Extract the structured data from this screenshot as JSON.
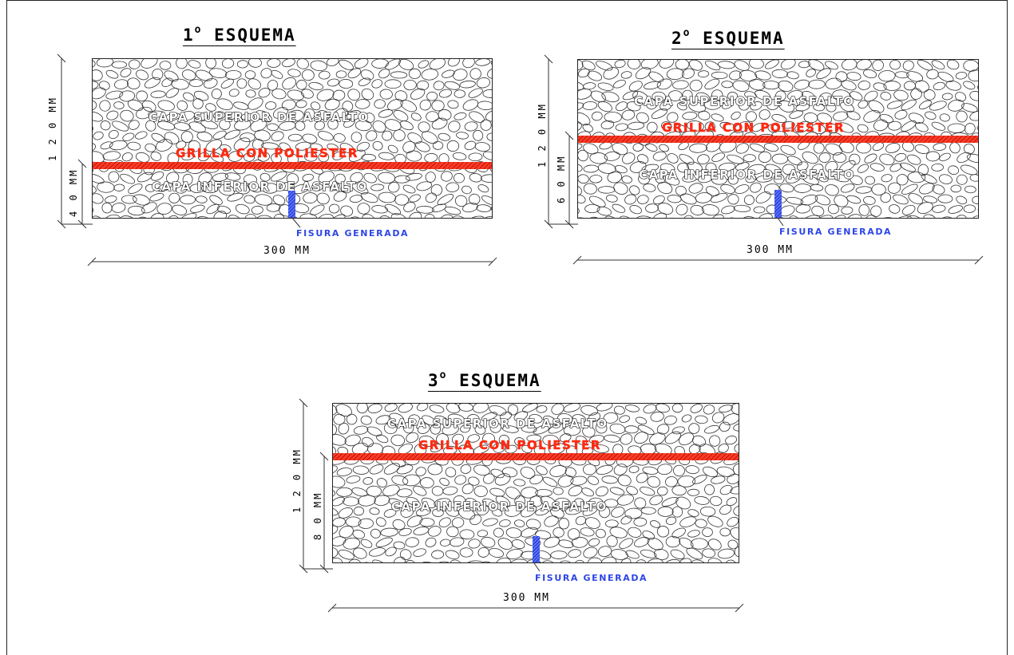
{
  "schemes": [
    {
      "title_num": "1",
      "title_deg": "o",
      "title_word": "ESQUEMA",
      "top_layer": "CAPA SUPERIOR DE ASFALTO",
      "grid_label": "GRILLA CON POLIESTER",
      "bottom_layer": "CAPA INFERIOR DE ASFALTO",
      "crack_label": "FISURA GENERADA",
      "total_height": "1 2 0 MM",
      "grid_height": "4 0 MM",
      "width": "300 MM"
    },
    {
      "title_num": "2",
      "title_deg": "o",
      "title_word": "ESQUEMA",
      "top_layer": "CAPA SUPERIOR DE ASFALTO",
      "grid_label": "GRILLA CON POLIESTER",
      "bottom_layer": "CAPA INFERIOR DE ASFALTO",
      "crack_label": "FISURA GENERADA",
      "total_height": "1 2 0 MM",
      "grid_height": "6 0 MM",
      "width": "300 MM"
    },
    {
      "title_num": "3",
      "title_deg": "o",
      "title_word": "ESQUEMA",
      "top_layer": "CAPA SUPERIOR DE ASFALTO",
      "grid_label": "GRILLA CON POLIESTER",
      "bottom_layer": "CAPA INFERIOR DE ASFALTO",
      "crack_label": "FISURA GENERADA",
      "total_height": "1 2 0 MM",
      "grid_height": "8 0 MM",
      "width": "300 MM"
    }
  ],
  "colors": {
    "grid_band": "#ff3a24",
    "crack": "#2d46e6",
    "outline": "#222222"
  }
}
